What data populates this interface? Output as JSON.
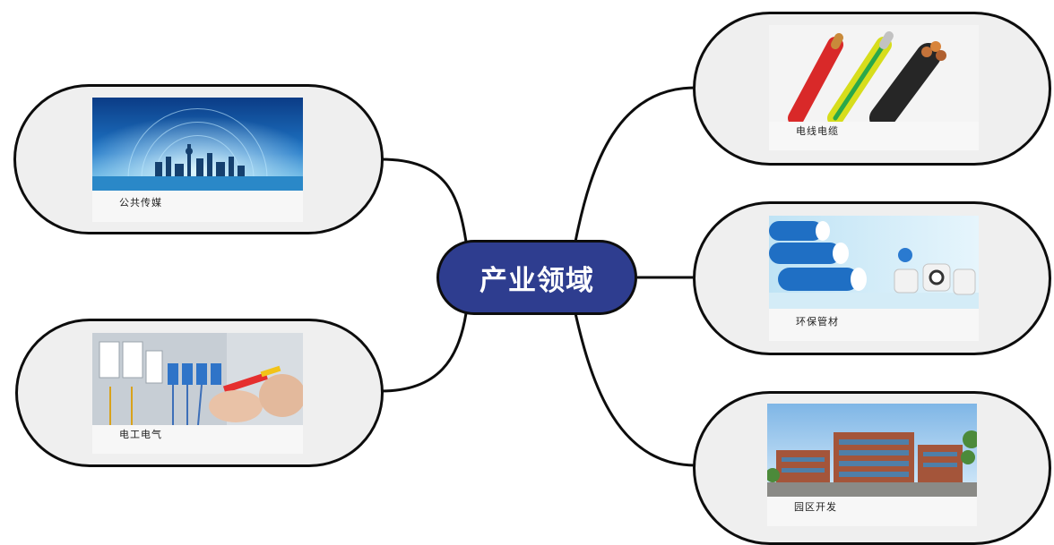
{
  "center": {
    "label": "产业领域"
  },
  "nodes": [
    {
      "label": "公共传媒",
      "image": "city-skyline-icon"
    },
    {
      "label": "电工电气",
      "image": "electrician-wiring-icon"
    },
    {
      "label": "电线电缆",
      "image": "electric-cables-icon"
    },
    {
      "label": "环保管材",
      "image": "pvc-pipes-icon"
    },
    {
      "label": "园区开发",
      "image": "industrial-park-icon"
    }
  ],
  "colors": {
    "center_fill": "#2e3d8f",
    "pill_fill": "#efefef",
    "stroke": "#0d0d0d"
  }
}
